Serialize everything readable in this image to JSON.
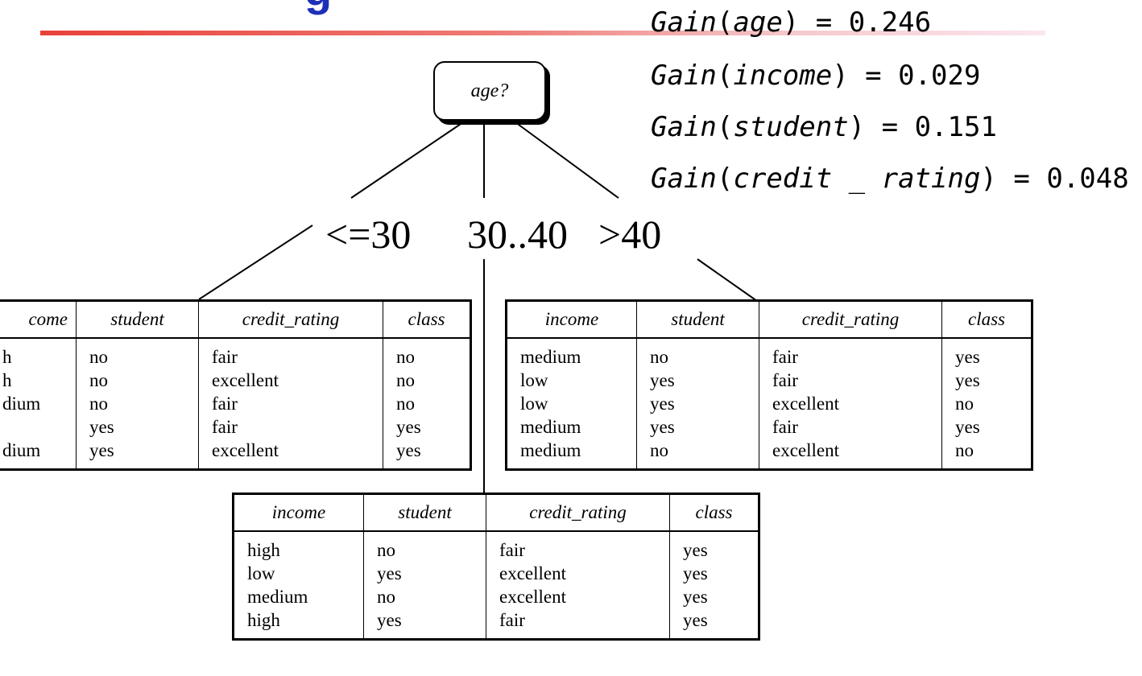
{
  "slide": {
    "title_fragment": "g",
    "accent_color": "#e8423a",
    "title_color": "#1c2fb8"
  },
  "gains": [
    {
      "fn": "Gain",
      "attr": "age",
      "value": "0.246"
    },
    {
      "fn": "Gain",
      "attr": "income",
      "value": "0.029"
    },
    {
      "fn": "Gain",
      "attr": "student",
      "value": "0.151"
    },
    {
      "fn": "Gain",
      "attr": "credit _ rating",
      "value": "0.048"
    }
  ],
  "tree": {
    "root_label": "age?",
    "branches": [
      "<=30",
      "30..40",
      ">40"
    ]
  },
  "tables": {
    "left": {
      "headers": [
        "come",
        "student",
        "credit_rating",
        "class"
      ],
      "columns": [
        [
          "h",
          "h",
          "dium",
          "",
          "dium"
        ],
        [
          "no",
          "no",
          "no",
          "yes",
          "yes"
        ],
        [
          "fair",
          "excellent",
          "fair",
          "fair",
          "excellent"
        ],
        [
          "no",
          "no",
          "no",
          "yes",
          "yes"
        ]
      ]
    },
    "right": {
      "headers": [
        "income",
        "student",
        "credit_rating",
        "class"
      ],
      "columns": [
        [
          "medium",
          "low",
          "low",
          "medium",
          "medium"
        ],
        [
          "no",
          "yes",
          "yes",
          "yes",
          "no"
        ],
        [
          "fair",
          "fair",
          "excellent",
          "fair",
          "excellent"
        ],
        [
          "yes",
          "yes",
          "no",
          "yes",
          "no"
        ]
      ]
    },
    "middle": {
      "headers": [
        "income",
        "student",
        "credit_rating",
        "class"
      ],
      "columns": [
        [
          "high",
          "low",
          "medium",
          "high"
        ],
        [
          "no",
          "yes",
          "no",
          "yes"
        ],
        [
          "fair",
          "excellent",
          "excellent",
          "fair"
        ],
        [
          "yes",
          "yes",
          "yes",
          "yes"
        ]
      ]
    }
  }
}
